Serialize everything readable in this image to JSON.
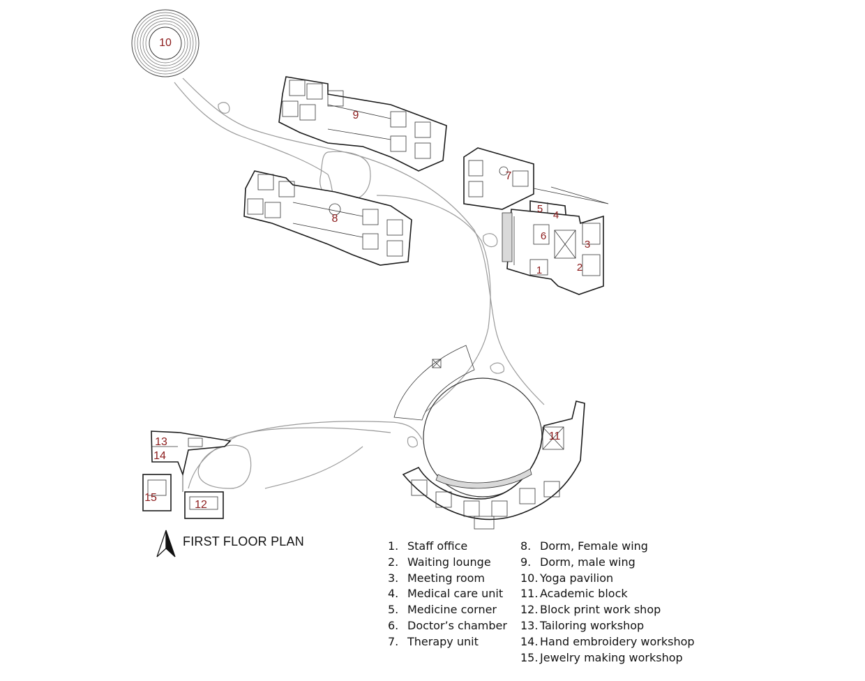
{
  "plan_title": "FIRST FLOOR PLAN",
  "building_labels": {
    "b1": "1",
    "b2": "2",
    "b3": "3",
    "b4": "4",
    "b5": "5",
    "b6": "6",
    "b7": "7",
    "b8": "8",
    "b9": "9",
    "b10": "10",
    "b11": "11",
    "b12": "12",
    "b13": "13",
    "b14": "14",
    "b15": "15"
  },
  "legend": [
    {
      "num": "1.",
      "label": "Staff office"
    },
    {
      "num": "2.",
      "label": "Waiting lounge"
    },
    {
      "num": "3.",
      "label": "Meeting room"
    },
    {
      "num": "4.",
      "label": "Medical care unit"
    },
    {
      "num": "5.",
      "label": "Medicine corner"
    },
    {
      "num": "6.",
      "label": "Doctor’s chamber"
    },
    {
      "num": "7.",
      "label": "Therapy unit"
    },
    {
      "num": "8.",
      "label": "Dorm, Female wing"
    },
    {
      "num": "9.",
      "label": "Dorm, male wing"
    },
    {
      "num": "10.",
      "label": "Yoga pavilion"
    },
    {
      "num": "11.",
      "label": "Academic block"
    },
    {
      "num": "12.",
      "label": "Block print work shop"
    },
    {
      "num": "13.",
      "label": "Tailoring workshop"
    },
    {
      "num": "14.",
      "label": "Hand embroidery workshop"
    },
    {
      "num": "15.",
      "label": "Jewelry making workshop"
    }
  ]
}
